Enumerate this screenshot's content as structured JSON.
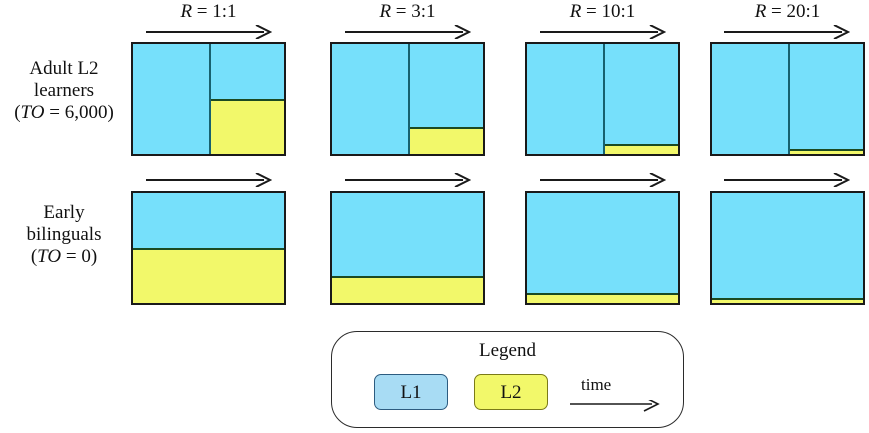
{
  "figure": {
    "title_present": false,
    "colors": {
      "l1_fill": "#76e0fb",
      "l2_fill": "#f2f86a",
      "l1_legend_fill": "#a8dcf4",
      "outline": "#1a1a1a",
      "divider": "#17616e",
      "l2_top_edge": "#1b4a22",
      "background": "#ffffff"
    },
    "rows": [
      {
        "id": "adult-l2-learners",
        "label_lines": [
          "Adult L2",
          "learners",
          "(TO = 6,000)"
        ],
        "label_line1": "Adult L2",
        "label_line2": "learners",
        "label_line3_prefix": "(",
        "label_line3_italic": "TO",
        "label_line3_suffix": " = 6,000)"
      },
      {
        "id": "early-bilinguals",
        "label_lines": [
          "Early",
          "bilinguals",
          "(TO = 0)"
        ],
        "label_line1": "Early",
        "label_line2": "bilinguals",
        "label_line3_prefix": "(",
        "label_line3_italic": "TO",
        "label_line3_suffix": " = 0)"
      }
    ],
    "columns": [
      {
        "id": "r-1-1",
        "header_italic": "R",
        "header_rest": " = 1:1"
      },
      {
        "id": "r-3-1",
        "header_italic": "R",
        "header_rest": " = 3:1"
      },
      {
        "id": "r-10-1",
        "header_italic": "R",
        "header_rest": " = 10:1"
      },
      {
        "id": "r-20-1",
        "header_italic": "R",
        "header_rest": " = 20:1"
      }
    ],
    "legend": {
      "title": "Legend",
      "l1_label": "L1",
      "l2_label": "L2",
      "time_label": "time"
    }
  },
  "chart_data": {
    "type": "bar",
    "subtype": "stacked-proportion-grid",
    "title": "",
    "xlabel": "time",
    "ylabel": "",
    "categories": [
      "R = 1:1",
      "R = 3:1",
      "R = 10:1",
      "R = 20:1"
    ],
    "groups": [
      "Adult L2 learners (TO = 6,000)",
      "Early bilinguals (TO = 0)"
    ],
    "legend_entries": [
      "L1",
      "L2"
    ],
    "legend_position": "bottom-center",
    "grid": false,
    "panels": [
      {
        "row": "Adult L2 learners (TO = 6,000)",
        "column": "R = 1:1",
        "ratio_l1_to_l2": "1:1",
        "time_onset_pct": 50,
        "pre_onset_l1_pct": 100,
        "post_onset_l1_pct": 50,
        "post_onset_l2_pct": 50
      },
      {
        "row": "Adult L2 learners (TO = 6,000)",
        "column": "R = 3:1",
        "ratio_l1_to_l2": "3:1",
        "time_onset_pct": 50,
        "pre_onset_l1_pct": 100,
        "post_onset_l1_pct": 75,
        "post_onset_l2_pct": 25
      },
      {
        "row": "Adult L2 learners (TO = 6,000)",
        "column": "R = 10:1",
        "ratio_l1_to_l2": "10:1",
        "time_onset_pct": 50,
        "pre_onset_l1_pct": 100,
        "post_onset_l1_pct": 91,
        "post_onset_l2_pct": 9
      },
      {
        "row": "Adult L2 learners (TO = 6,000)",
        "column": "R = 20:1",
        "ratio_l1_to_l2": "20:1",
        "time_onset_pct": 50,
        "pre_onset_l1_pct": 100,
        "post_onset_l1_pct": 95,
        "post_onset_l2_pct": 5
      },
      {
        "row": "Early bilinguals (TO = 0)",
        "column": "R = 1:1",
        "ratio_l1_to_l2": "1:1",
        "time_onset_pct": 0,
        "l1_pct": 50,
        "l2_pct": 50
      },
      {
        "row": "Early bilinguals (TO = 0)",
        "column": "R = 3:1",
        "ratio_l1_to_l2": "3:1",
        "time_onset_pct": 0,
        "l1_pct": 75,
        "l2_pct": 25
      },
      {
        "row": "Early bilinguals (TO = 0)",
        "column": "R = 10:1",
        "ratio_l1_to_l2": "10:1",
        "time_onset_pct": 0,
        "l1_pct": 91,
        "l2_pct": 9
      },
      {
        "row": "Early bilinguals (TO = 0)",
        "column": "R = 20:1",
        "ratio_l1_to_l2": "20:1",
        "time_onset_pct": 0,
        "l1_pct": 95,
        "l2_pct": 5
      }
    ]
  }
}
